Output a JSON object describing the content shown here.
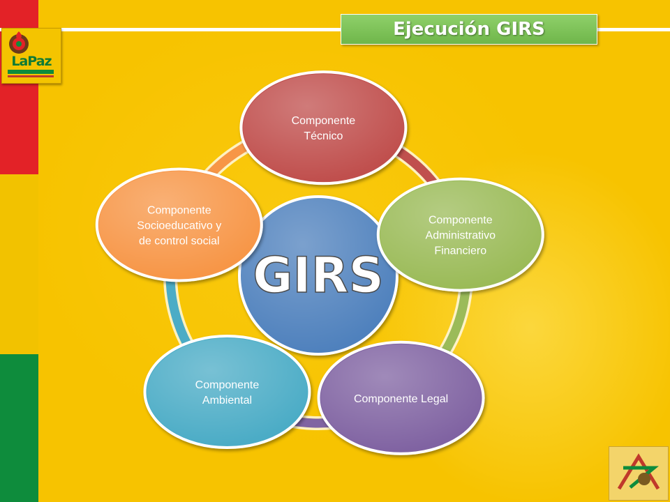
{
  "title": "Ejecución GIRS",
  "logo": {
    "text": "LaPaz"
  },
  "diagram": {
    "center": {
      "label": "GIRS",
      "color": "#4f81bd"
    },
    "nodes": [
      {
        "id": "tecnico",
        "lines": [
          "Componente",
          "Técnico"
        ],
        "color": "#c0504d"
      },
      {
        "id": "administrativo",
        "lines": [
          "Componente",
          "Administrativo",
          "Financiero"
        ],
        "color": "#9bbb59"
      },
      {
        "id": "legal",
        "lines": [
          "Componente Legal"
        ],
        "color": "#8064a2"
      },
      {
        "id": "ambiental",
        "lines": [
          "Componente",
          "Ambiental"
        ],
        "color": "#4bacc6"
      },
      {
        "id": "socioeducativo",
        "lines": [
          "Componente",
          "Socioeducativo y",
          "de control social"
        ],
        "color": "#f79646"
      }
    ]
  },
  "colors": {
    "background": "#f7c300",
    "flag_red": "#e32227",
    "flag_yellow": "#f2c200",
    "flag_green": "#0e8c3c",
    "title_green": "#7cc25a"
  },
  "icons": [
    "la-paz-logo",
    "corner-emblem-icon"
  ]
}
